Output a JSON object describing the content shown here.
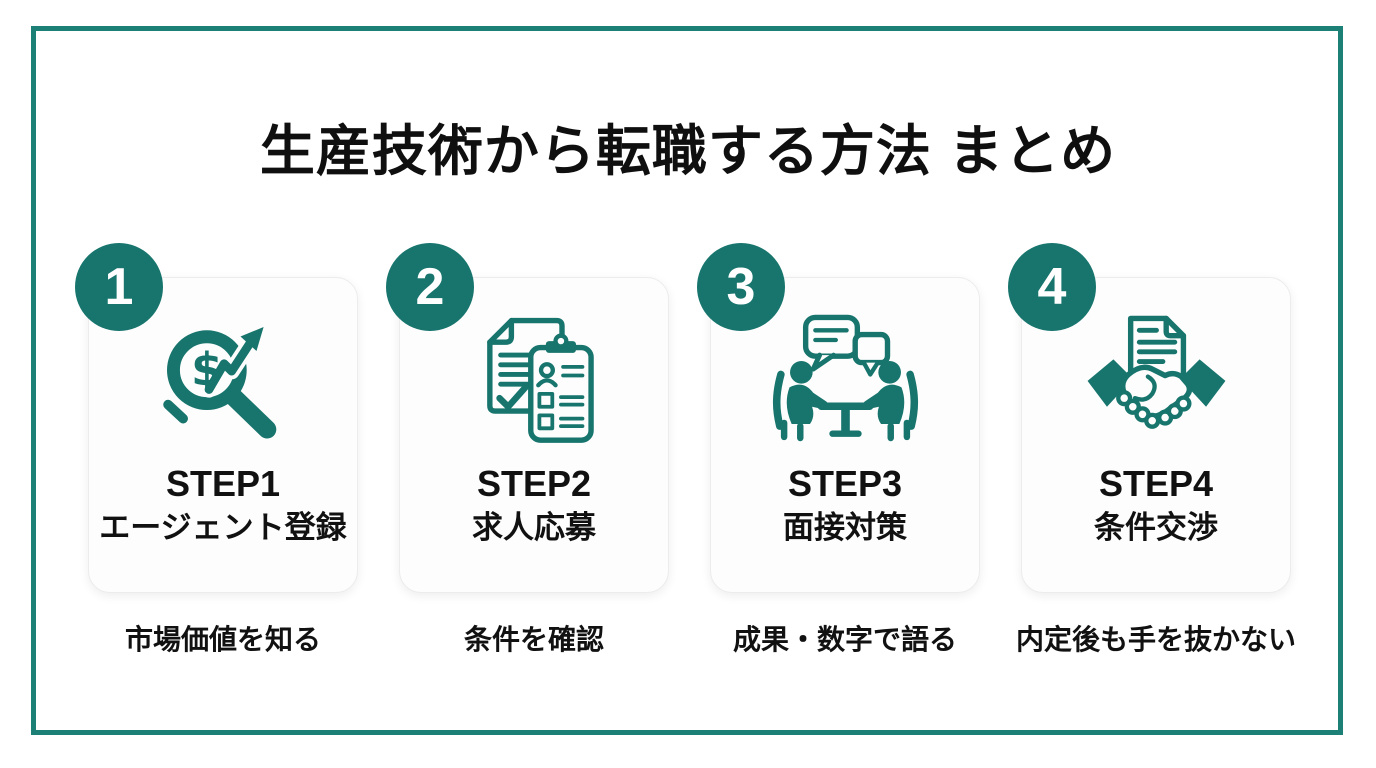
{
  "colors": {
    "accent_teal": "#17756d",
    "frame_teal": "#1d8077",
    "text": "#111111",
    "card_background": "#fdfdfd",
    "page_background": "#ffffff"
  },
  "header": {
    "title": "生産技術から転職する方法 まとめ"
  },
  "steps": [
    {
      "number": "1",
      "icon": "market-value-search-icon",
      "step_label": "STEP1",
      "step_title": "エージェント登録",
      "caption": "市場価値を知る"
    },
    {
      "number": "2",
      "icon": "job-application-documents-icon",
      "step_label": "STEP2",
      "step_title": "求人応募",
      "caption": "条件を確認"
    },
    {
      "number": "3",
      "icon": "interview-talk-icon",
      "step_label": "STEP3",
      "step_title": "面接対策",
      "caption": "成果・数字で語る"
    },
    {
      "number": "4",
      "icon": "handshake-negotiation-icon",
      "step_label": "STEP4",
      "step_title": "条件交渉",
      "caption": "内定後も手を抜かない"
    }
  ]
}
